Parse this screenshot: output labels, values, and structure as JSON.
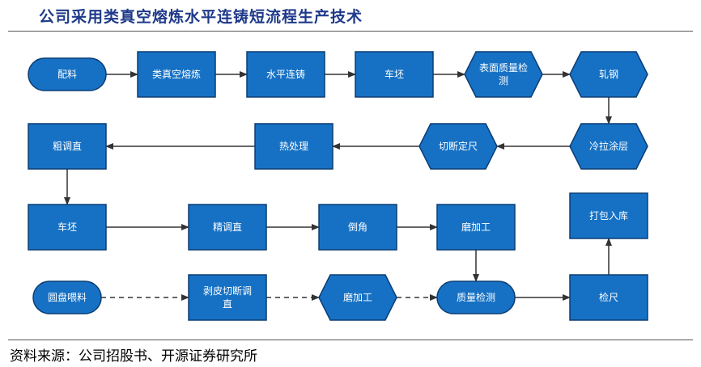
{
  "title": "公司采用类真空熔炼水平连铸短流程生产技术",
  "source": "资料来源：公司招股书、开源证券研究所",
  "colors": {
    "node_fill": "#1671c4",
    "node_stroke": "#0b3d74",
    "title": "#1f3a8a",
    "arrow": "#333333"
  },
  "nodes": {
    "n1": {
      "label": [
        "配料"
      ]
    },
    "n2": {
      "label": [
        "类真空熔炼"
      ]
    },
    "n3": {
      "label": [
        "水平连铸"
      ]
    },
    "n4": {
      "label": [
        "车坯"
      ]
    },
    "n5": {
      "label": [
        "表面质量检",
        "测"
      ]
    },
    "n6": {
      "label": [
        "轧钢"
      ]
    },
    "n7": {
      "label": [
        "冷拉涂层"
      ]
    },
    "n8": {
      "label": [
        "切断定尺"
      ]
    },
    "n9": {
      "label": [
        "热处理"
      ]
    },
    "n10": {
      "label": [
        "粗调直"
      ]
    },
    "n11": {
      "label": [
        "车坯"
      ]
    },
    "n12": {
      "label": [
        "精调直"
      ]
    },
    "n13": {
      "label": [
        "倒角"
      ]
    },
    "n14": {
      "label": [
        "磨加工"
      ]
    },
    "n15": {
      "label": [
        "打包入库"
      ]
    },
    "n16": {
      "label": [
        "圆盘喂料"
      ]
    },
    "n17": {
      "label": [
        "剥皮切断调",
        "直"
      ]
    },
    "n18": {
      "label": [
        "磨加工"
      ]
    },
    "n19": {
      "label": [
        "质量检测"
      ]
    },
    "n20": {
      "label": [
        "检尺"
      ]
    }
  },
  "edges": [
    {
      "from": "n1",
      "to": "n2",
      "style": "solid"
    },
    {
      "from": "n2",
      "to": "n3",
      "style": "solid"
    },
    {
      "from": "n3",
      "to": "n4",
      "style": "solid"
    },
    {
      "from": "n4",
      "to": "n5",
      "style": "solid"
    },
    {
      "from": "n5",
      "to": "n6",
      "style": "solid"
    },
    {
      "from": "n6",
      "to": "n7",
      "style": "solid"
    },
    {
      "from": "n7",
      "to": "n8",
      "style": "solid"
    },
    {
      "from": "n8",
      "to": "n9",
      "style": "solid"
    },
    {
      "from": "n9",
      "to": "n10",
      "style": "solid"
    },
    {
      "from": "n10",
      "to": "n11",
      "style": "solid"
    },
    {
      "from": "n11",
      "to": "n12",
      "style": "solid"
    },
    {
      "from": "n12",
      "to": "n13",
      "style": "solid"
    },
    {
      "from": "n13",
      "to": "n14",
      "style": "solid"
    },
    {
      "from": "n14",
      "to": "n19",
      "style": "solid"
    },
    {
      "from": "n16",
      "to": "n17",
      "style": "dashed"
    },
    {
      "from": "n17",
      "to": "n18",
      "style": "dashed"
    },
    {
      "from": "n18",
      "to": "n19",
      "style": "dashed"
    },
    {
      "from": "n19",
      "to": "n20",
      "style": "solid"
    },
    {
      "from": "n20",
      "to": "n15",
      "style": "solid"
    }
  ]
}
